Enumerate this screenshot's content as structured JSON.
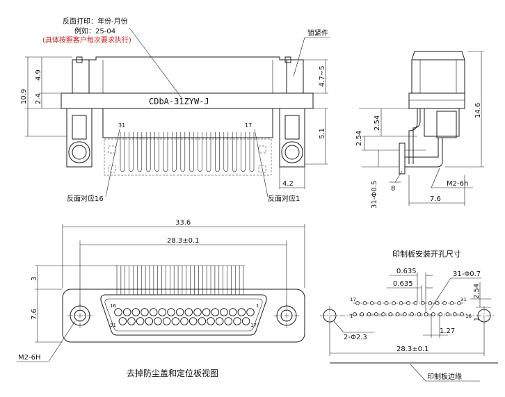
{
  "notes": {
    "line1": "反面打印：年份-月份",
    "line2": "例如：25-04",
    "line3": "(具体按照客户每次要求执行)"
  },
  "labels": {
    "lock": "锁紧件",
    "part_number": "CDbA-31ZYW-J",
    "back_pos16": "反面对应16",
    "back_pos1": "反面对应1",
    "front_view_caption": "去掉防尘盖和定位板视图",
    "pcb_cutout_title": "印制板安装开孔尺寸",
    "pcb_edge": "印制板边缘"
  },
  "pins": {
    "p31": "31",
    "p17": "17",
    "p16": "16",
    "p1": "1"
  },
  "dims": {
    "d4_9": "4.9",
    "d2_4": "2.4",
    "d10_9": "10.9",
    "d4_7_5": "4.7~5",
    "d5_1": "5.1",
    "d4_2": "4.2",
    "d33_6": "33.6",
    "d28_3": "28.3±0.1",
    "d3": "3",
    "d7_6": "7.6",
    "m2_6h": "M2-6H",
    "side_2_54a": "2.54",
    "side_2_54b": "2.54",
    "side_14_6": "14.6",
    "side_31_0_5": "31-Φ0.5",
    "side_8": "8",
    "side_m2_6h": "M2-6h",
    "side_7_6": "7.6",
    "pcb_0_635a": "0.635",
    "pcb_0_635b": "0.635",
    "pcb_31_0_7": "31-Φ0.7",
    "pcb_2_54": "2.54",
    "pcb_1": "1",
    "pcb_1_27": "1.27",
    "pcb_2_2_3": "2-Φ2.3",
    "pcb_28_3": "28.3±0.1"
  }
}
